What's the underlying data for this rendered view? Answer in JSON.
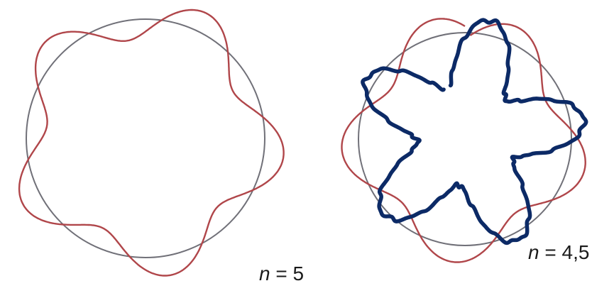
{
  "diagrams": [
    {
      "variable": "n",
      "equals": " = ",
      "value": "5",
      "waves": 5,
      "show_broken_trace": false
    },
    {
      "variable": "n",
      "equals": " = ",
      "value": "4,5",
      "waves": 4.5,
      "show_broken_trace": true
    }
  ],
  "colors": {
    "reference_circle": "#707078",
    "standing_wave": "#b0464a",
    "broken_trace": "#0c2a66",
    "label_text": "#1a1a1a"
  }
}
